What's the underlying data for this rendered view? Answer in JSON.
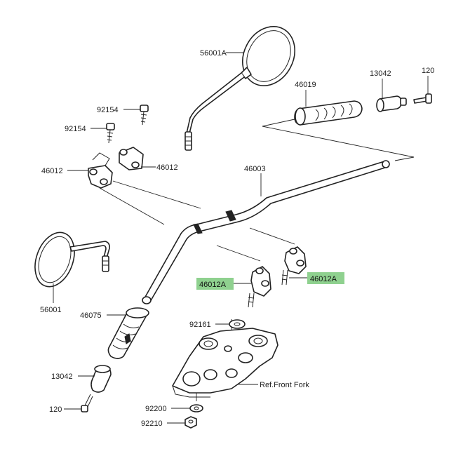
{
  "diagram": {
    "highlight_color": "#8fd18f",
    "labels": {
      "mirror_right": "56001A",
      "mirror_left": "56001",
      "grip_right": "46019",
      "weight_right": "13042",
      "bolt_right": "120",
      "bolt_top_1": "92154",
      "bolt_top_2": "92154",
      "holder_left": "46012",
      "holder_right_upper": "46012",
      "handlebar": "46003",
      "holder_a_left": "46012A",
      "holder_a_right": "46012A",
      "grip_left": "46075",
      "washer": "92161",
      "weight_left": "13042",
      "bolt_left": "120",
      "washer_bottom": "92200",
      "nut": "92210",
      "ref_front_fork": "Ref.Front Fork"
    }
  }
}
